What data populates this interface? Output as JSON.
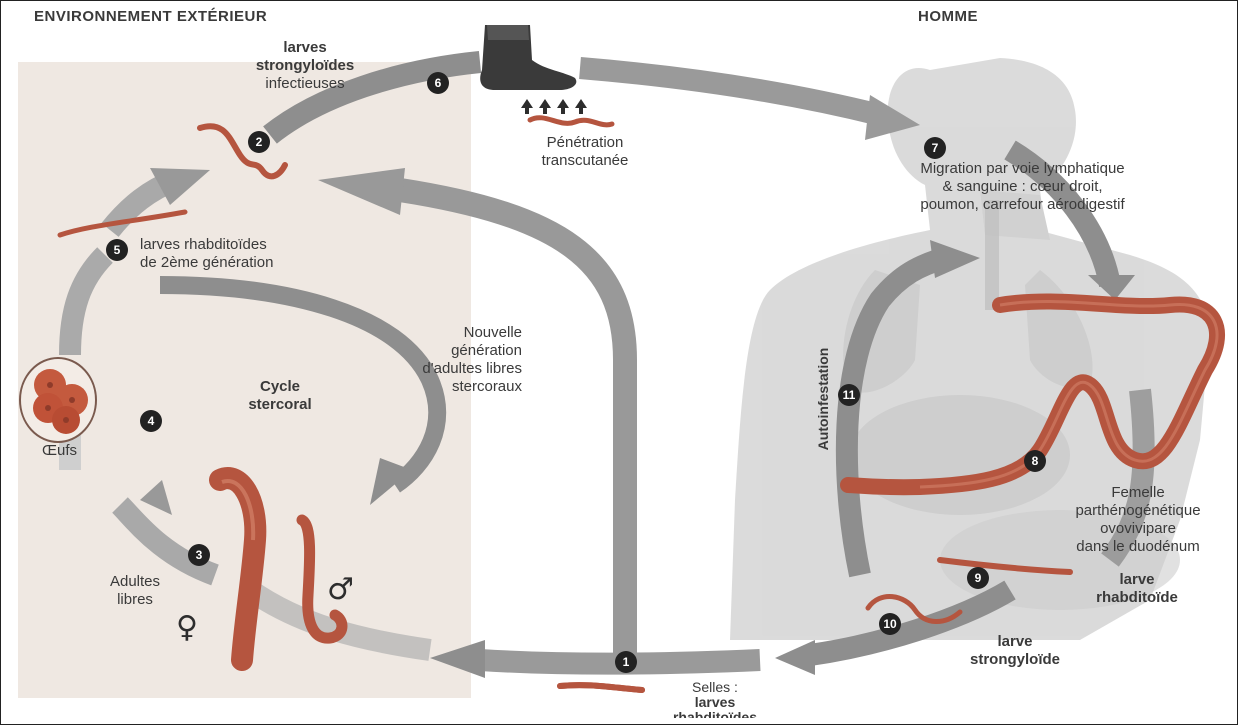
{
  "headers": {
    "left": "ENVIRONNEMENT EXTÉRIEUR",
    "right": "HOMME"
  },
  "steps": {
    "n1": "1",
    "n2": "2",
    "n3": "3",
    "n4": "4",
    "n5": "5",
    "n6": "6",
    "n7": "7",
    "n8": "8",
    "n9": "9",
    "n10": "10",
    "n11": "11"
  },
  "labels": {
    "infective_larvae_l1": "larves",
    "infective_larvae_l2": "strongyloïdes",
    "infective_larvae_l3": "infectieuses",
    "penetration_l1": "Pénétration",
    "penetration_l2": "transcutanée",
    "migration_l1": "Migration par voie lymphatique",
    "migration_l2": "& sanguine : cœur droit,",
    "migration_l3": "poumon, carrefour aérodigestif",
    "rhabditoid_gen2_l1": "larves rhabditoïdes",
    "rhabditoid_gen2_l2": "de 2ème génération",
    "new_gen_l1": "Nouvelle",
    "new_gen_l2": "génération",
    "new_gen_l3": "d'adultes libres",
    "new_gen_l4": "stercoraux",
    "cycle_l1": "Cycle",
    "cycle_l2": "stercoral",
    "eggs": "Œufs",
    "adults_l1": "Adultes",
    "adults_l2": "libres",
    "female_symbol": "♀",
    "male_symbol": "♂",
    "autoinfestation": "Autoinfestation",
    "female_l1": "Femelle",
    "female_l2": "parthénogénétique",
    "female_l3": "ovovivipare",
    "female_l4": "dans le duodénum",
    "rhabditoid_larva_l1": "larve",
    "rhabditoid_larva_l2": "rhabditoïde",
    "strongyloid_larva_l1": "larve",
    "strongyloid_larva_l2": "strongyloïde",
    "stool_l1": "Selles :",
    "stool_l2": "larves",
    "stool_l3": "rhabditoïdes"
  },
  "colors": {
    "panel": "#efe8e2",
    "arrow": "#8e8e8e",
    "arrow_light": "#c4c4c4",
    "worm": "#b5553f",
    "worm_dark": "#8f3b2a",
    "body": "#d8d8d8",
    "body_dark": "#c2c2c2"
  }
}
